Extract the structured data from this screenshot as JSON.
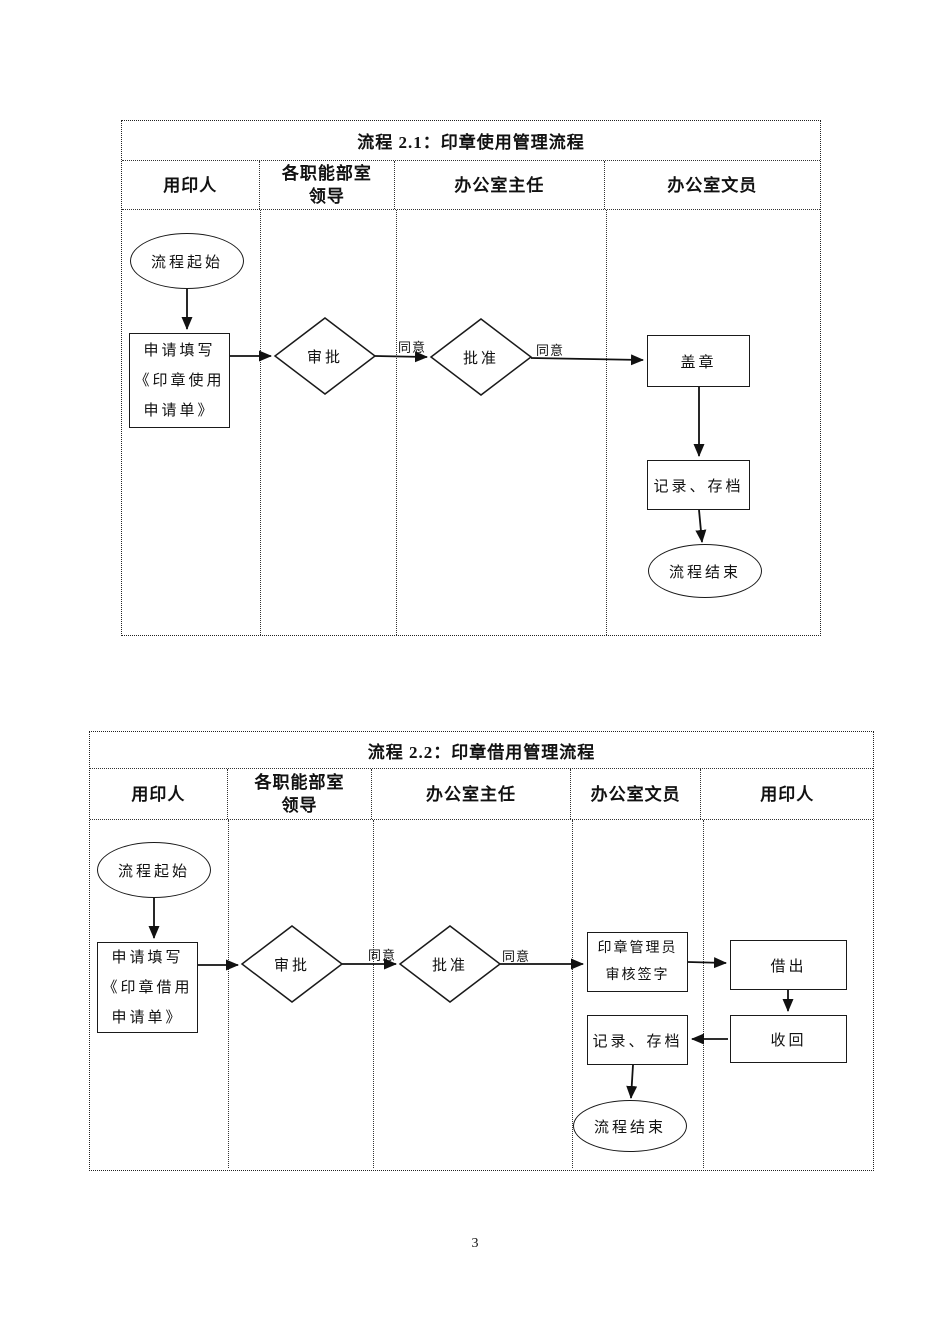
{
  "page": {
    "number": "3"
  },
  "charts": [
    {
      "title": "流程 2.1：印章使用管理流程",
      "columns": [
        "用印人",
        "各职能部室\n领导",
        "办公室主任",
        "办公室文员"
      ],
      "nodes": {
        "start": "流程起始",
        "apply": "申请填写\n《印章使用\n申请单》",
        "review": "审批",
        "agree1": "同意",
        "approve": "批准",
        "agree2": "同意",
        "stamp": "盖章",
        "record": "记录、存档",
        "end": "流程结束"
      }
    },
    {
      "title": "流程 2.2：印章借用管理流程",
      "columns": [
        "用印人",
        "各职能部室\n领导",
        "办公室主任",
        "办公室文员",
        "用印人"
      ],
      "nodes": {
        "start": "流程起始",
        "apply": "申请填写\n《印章借用\n申请单》",
        "review": "审批",
        "agree1": "同意",
        "approve": "批准",
        "agree2": "同意",
        "admin": "印章管理员\n审核签字",
        "lend": "借出",
        "collect": "收回",
        "record": "记录、存档",
        "end": "流程结束"
      }
    }
  ]
}
